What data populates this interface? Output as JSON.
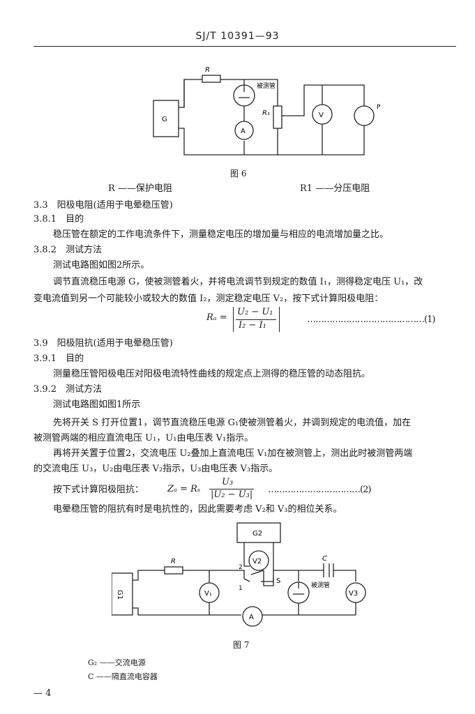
{
  "header": {
    "code": "SJ/T 10391—93"
  },
  "figure6": {
    "caption": "图 6",
    "labels": {
      "R": "R",
      "R1": "R₁",
      "G": "G",
      "tube": "被测管",
      "A": "A",
      "V": "V",
      "P": "P"
    },
    "legend_left": "R ——保护电阻",
    "legend_right": "R1 ——分压电阻"
  },
  "sections": {
    "s33": "3.3　阳极电阻(适用于电晕稳压管)",
    "s381": "3.8.1　目的",
    "s381_text": "稳压管在额定的工作电流条件下，测量稳定电压的增加量与相应的电流增加量之比。",
    "s382": "3.8.2　测试方法",
    "s382_l1": "测试电路图如图2所示。",
    "s382_l2": "调节直流稳压电源 G，使被测管着火，并将电流调节到规定的数值 I₁，测得稳定电压 U₁，改",
    "s382_l3": "变电流值到另一个可能较小或较大的数值 I₂，测定稳定电压 V₂，按下式计算阳极电阻：",
    "formula1_lhs": "Rₐ =",
    "formula1_num": "U₂ − U₁",
    "formula1_den": "I₂ − I₁",
    "formula1_no": "……………………………………(1)",
    "s39": "3.9　阳极阻抗(适用于电晕稳压管)",
    "s391": "3.9.1　目的",
    "s391_text": "测量稳压管阳极电压对阳极电流特性曲线的规定点上测得的稳压管的动态阻抗。",
    "s392": "3.9.2　测试方法",
    "s392_l1": "测试电路图如图1所示",
    "s392_l2": "先将开关 S 打开位置1，调节直流稳压电源 G₁使被测管着火，并调到规定的电流值，加在",
    "s392_l3": "被测管两端的相应直流电压 U₁，U₁由电压表 V₁指示。",
    "s392_l4": "再将开关置于位置2，交流电压 U₂叠加上直流电压 V₁加在被测管上，测出此时被测管两端",
    "s392_l5": "的交流电压 U₃，U₂由电压表 V₂指示，U₃由电压表 V₃指示。",
    "s392_l6": "按下式计算阳极阻抗：",
    "formula2_lhs": "Zₐ = Rₛ",
    "formula2_num": "U₃",
    "formula2_den": "|U₂ − U₃|",
    "formula2_no": "……………………………(2)",
    "s392_l7": "电晕稳压管的阻抗有时是电抗性的，因此需要考虑 V₂和 V₃的相位关系。"
  },
  "figure7": {
    "caption": "图 7",
    "labels": {
      "R": "R",
      "C": "C",
      "G1": "G1",
      "G2": "G2",
      "V1": "V₁",
      "V2": "V2",
      "V3": "V3",
      "A": "A",
      "S": "S",
      "pos1": "1",
      "pos2": "2",
      "tube": "被测管"
    },
    "legend1": "G₂ ——交流电源",
    "legend2": "C ——隔直流电容器"
  },
  "footer": {
    "page": "— 4"
  }
}
